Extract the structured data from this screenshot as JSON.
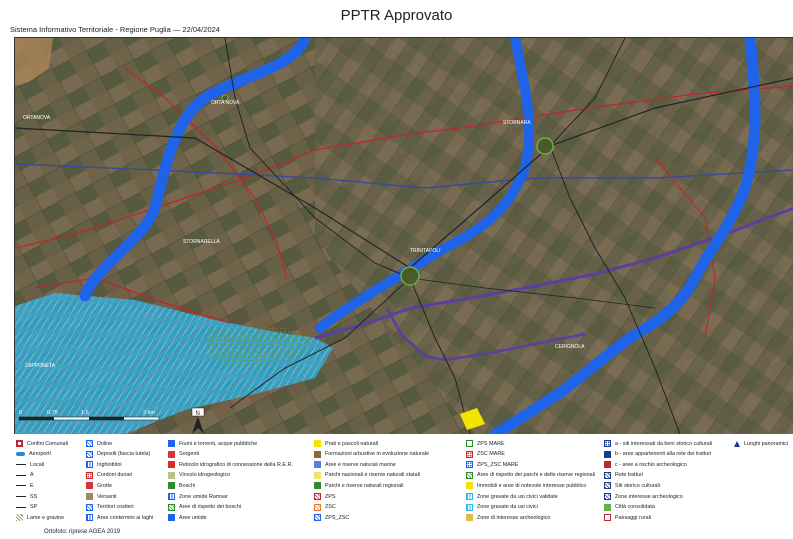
{
  "header": {
    "title": "PPTR Approvato",
    "subtitle": "Sistema Informativo Territoriale - Regione Puglia — 22/04/2024"
  },
  "map": {
    "place_labels": [
      "ORTANOVA",
      "ORTA NOVA",
      "STORNARELLA",
      "STORNARA",
      "TRINITAPOLI",
      "CERIGNOLA",
      "ZAPPONETA"
    ],
    "scale": {
      "ticks": [
        "0",
        "0.75",
        "1.5",
        "3 km"
      ]
    },
    "north_label": "N",
    "colors": {
      "river": "#1f63e8",
      "boundary": "#c0262a",
      "road": "#232323",
      "tratturi": "#5b3fa0",
      "wetland": "#2bbbe6",
      "green": "#5aa228",
      "yellow": "#f2e600"
    }
  },
  "legend": {
    "columns": [
      [
        {
          "label": "Confini Comunali",
          "icon": "boundary-square",
          "color": "#c0262a"
        },
        {
          "label": "Aeroporti",
          "icon": "airplane",
          "color": "#1f8bd8"
        },
        {
          "label": "Locali",
          "icon": "thin-line",
          "color": "#222222"
        },
        {
          "label": "A",
          "icon": "thin-line",
          "color": "#222222"
        },
        {
          "label": "E",
          "icon": "thin-line",
          "color": "#222222"
        },
        {
          "label": "SS",
          "icon": "thin-line",
          "color": "#222222"
        },
        {
          "label": "SP",
          "icon": "thin-line",
          "color": "#222222"
        },
        {
          "label": "Lame e gravine",
          "icon": "hatch",
          "color": "#6a8b2a"
        }
      ],
      [
        {
          "label": "Doline",
          "icon": "hatch-box",
          "color": "#1f63e8"
        },
        {
          "label": "Depositi (fascia tutela)",
          "icon": "hatch-box",
          "color": "#1f63e8"
        },
        {
          "label": "Inghiottitoi",
          "icon": "lines-box",
          "color": "#1f63e8"
        },
        {
          "label": "Cordoni dunari",
          "icon": "dots-box",
          "color": "#c0262a"
        },
        {
          "label": "Grotte",
          "icon": "fill",
          "color": "#d8323a"
        },
        {
          "label": "Versanti",
          "icon": "fill",
          "color": "#9a8a6a"
        },
        {
          "label": "Territori costieri",
          "icon": "hatch-box",
          "color": "#1f63e8"
        },
        {
          "label": "Aree contermini ai laghi",
          "icon": "lines-box",
          "color": "#1f63e8"
        }
      ],
      [
        {
          "label": "Fiumi e torrenti, acque pubbliche",
          "icon": "fill",
          "color": "#1f63e8"
        },
        {
          "label": "Sorgenti",
          "icon": "fill",
          "color": "#d8323a"
        },
        {
          "label": "Reticolo idrografico di connessione della R.E.R.",
          "icon": "fill",
          "color": "#e02a2a"
        },
        {
          "label": "Vincolo idrogeologico",
          "icon": "fill",
          "color": "#b8c48a"
        },
        {
          "label": "Boschi",
          "icon": "fill",
          "color": "#2e8b2e"
        },
        {
          "label": "Zone umide Ramsar",
          "icon": "lines-box",
          "color": "#1f63e8"
        },
        {
          "label": "Aree di rispetto dei boschi",
          "icon": "hatch-box",
          "color": "#2e8b2e"
        },
        {
          "label": "Aree umide",
          "icon": "fill",
          "color": "#1f63e8"
        }
      ],
      [
        {
          "label": "Prati e pascoli naturali",
          "icon": "fill",
          "color": "#f2e600"
        },
        {
          "label": "Formazioni arbustive in evoluzione naturale",
          "icon": "fill",
          "color": "#8a6a3a"
        },
        {
          "label": "Aree e riserve naturali marine",
          "icon": "fill",
          "color": "#5a7fd8"
        },
        {
          "label": "Parchi nazionali e riserve naturali statali",
          "icon": "fill",
          "color": "#e8e870"
        },
        {
          "label": "Parchi e riserve naturali regionali",
          "icon": "fill",
          "color": "#2e8b2e"
        },
        {
          "label": "ZPS",
          "icon": "hatch-box",
          "color": "#c0262a"
        },
        {
          "label": "ZSC",
          "icon": "hatch-box",
          "color": "#e07a2a"
        },
        {
          "label": "ZPS_ZSC",
          "icon": "hatch-box",
          "color": "#1f63e8"
        }
      ],
      [
        {
          "label": "ZPS MARE",
          "icon": "outline",
          "color": "#2e8b2e"
        },
        {
          "label": "ZSC MARE",
          "icon": "dots-box",
          "color": "#c0262a"
        },
        {
          "label": "ZPS_ZSC MARE",
          "icon": "dots-box",
          "color": "#1f63e8"
        },
        {
          "label": "Aree di rispetto dei parchi e delle riserve regionali",
          "icon": "hatch-box",
          "color": "#2e8b2e"
        },
        {
          "label": "Immobili e aree di notevole interesse pubblico",
          "icon": "fill",
          "color": "#f2e600"
        },
        {
          "label": "Zone gravate da usi civici validate",
          "icon": "lines-box",
          "color": "#2bbbe6"
        },
        {
          "label": "Zone gravate da usi civici",
          "icon": "lines-box",
          "color": "#2bbbe6"
        },
        {
          "label": "Zone di interesse archeologico",
          "icon": "fill",
          "color": "#e8b84a"
        }
      ],
      [
        {
          "label": "a - siti interessati da beni storico culturali",
          "icon": "dots-box",
          "color": "#1f3a8a"
        },
        {
          "label": "b - aree appartenenti alla rete dei tratturi",
          "icon": "fill",
          "color": "#1f3a8a"
        },
        {
          "label": "c - aree a rischio archeologico",
          "icon": "fill",
          "color": "#c0262a"
        },
        {
          "label": "Rete tratturi",
          "icon": "hatch-box",
          "color": "#1f3a8a"
        },
        {
          "label": "Siti storico culturali",
          "icon": "hatch-box",
          "color": "#1f3a8a"
        },
        {
          "label": "Zone interesse archeologico",
          "icon": "hatch-box",
          "color": "#1f3a8a"
        },
        {
          "label": "Città consolidata",
          "icon": "fill",
          "color": "#6ab04a"
        },
        {
          "label": "Paesaggi rurali",
          "icon": "outline",
          "color": "#c0262a"
        }
      ],
      [
        {
          "label": "Luoghi panoramici",
          "icon": "triangle",
          "color": "#1f3a8a"
        }
      ]
    ]
  },
  "footer": {
    "credit": "Ortofoto: riprese AGEA 2019"
  }
}
